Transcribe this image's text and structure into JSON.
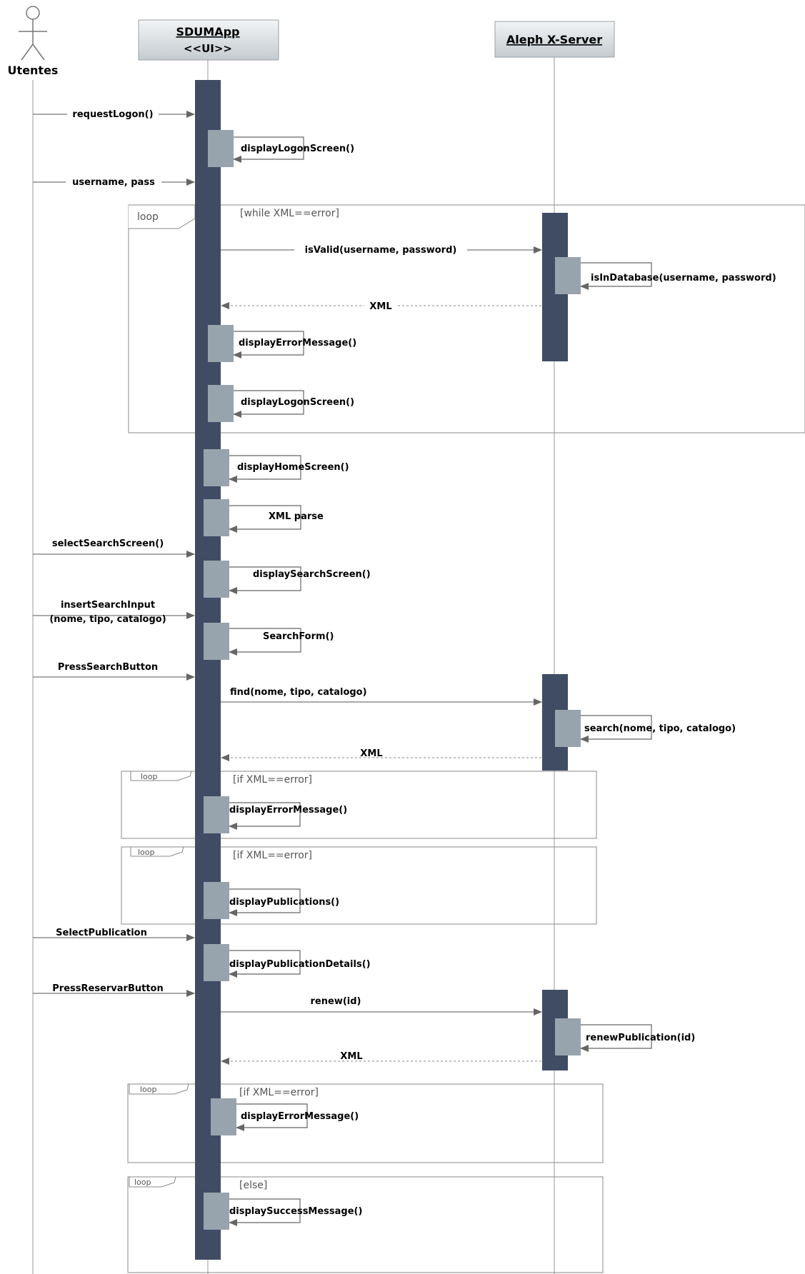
{
  "participants": {
    "actor": "Utentes",
    "ui_name": "SDUMApp",
    "ui_stereotype": "<<UI>>",
    "server_name": "Aleph X-Server"
  },
  "messages": {
    "request_logon": "requestLogon()",
    "display_logon_1": "displayLogonScreen()",
    "username_pass": "username, pass",
    "is_valid": "isValid(username, password)",
    "is_in_database": "isInDatabase(username, password)",
    "xml_1": "XML",
    "display_error_1": "displayErrorMessage()",
    "display_logon_2": "displayLogonScreen()",
    "display_home": "displayHomeScreen()",
    "xml_parse": "XML parse",
    "select_search_screen": "selectSearchScreen()",
    "display_search_screen": "displaySearchScreen()",
    "insert_search_input_l1": "insertSearchInput",
    "insert_search_input_l2": "(nome, tipo, catalogo)",
    "search_form": "SearchForm()",
    "press_search_button": "PressSearchButton",
    "find": "find(nome, tipo, catalogo)",
    "search": "search(nome, tipo, catalogo)",
    "xml_2": "XML",
    "display_error_2": "displayErrorMessage()",
    "display_publications": "displayPublications()",
    "select_publication": "SelectPublication",
    "display_publication_details": "displayPublicationDetails()",
    "press_reservar_button": "PressReservarButton",
    "renew": "renew(id)",
    "renew_publication": "renewPublication(id)",
    "xml_3": "XML",
    "display_error_3": "displayErrorMessage()",
    "display_success": "displaySuccessMessage()"
  },
  "frames": {
    "loop_keyword": "loop",
    "guard_1": "[while XML==error]",
    "guard_2": "[if XML==error]",
    "guard_3": "[if XML==error]",
    "guard_4": "[if XML==error]",
    "guard_5": "[else]"
  },
  "colors": {
    "main_activation": "#3f4c64",
    "nested_activation": "#98a4ad",
    "lifeline": "#999999",
    "header_fill": "#e4e8ea",
    "frame_border": "#888888"
  }
}
